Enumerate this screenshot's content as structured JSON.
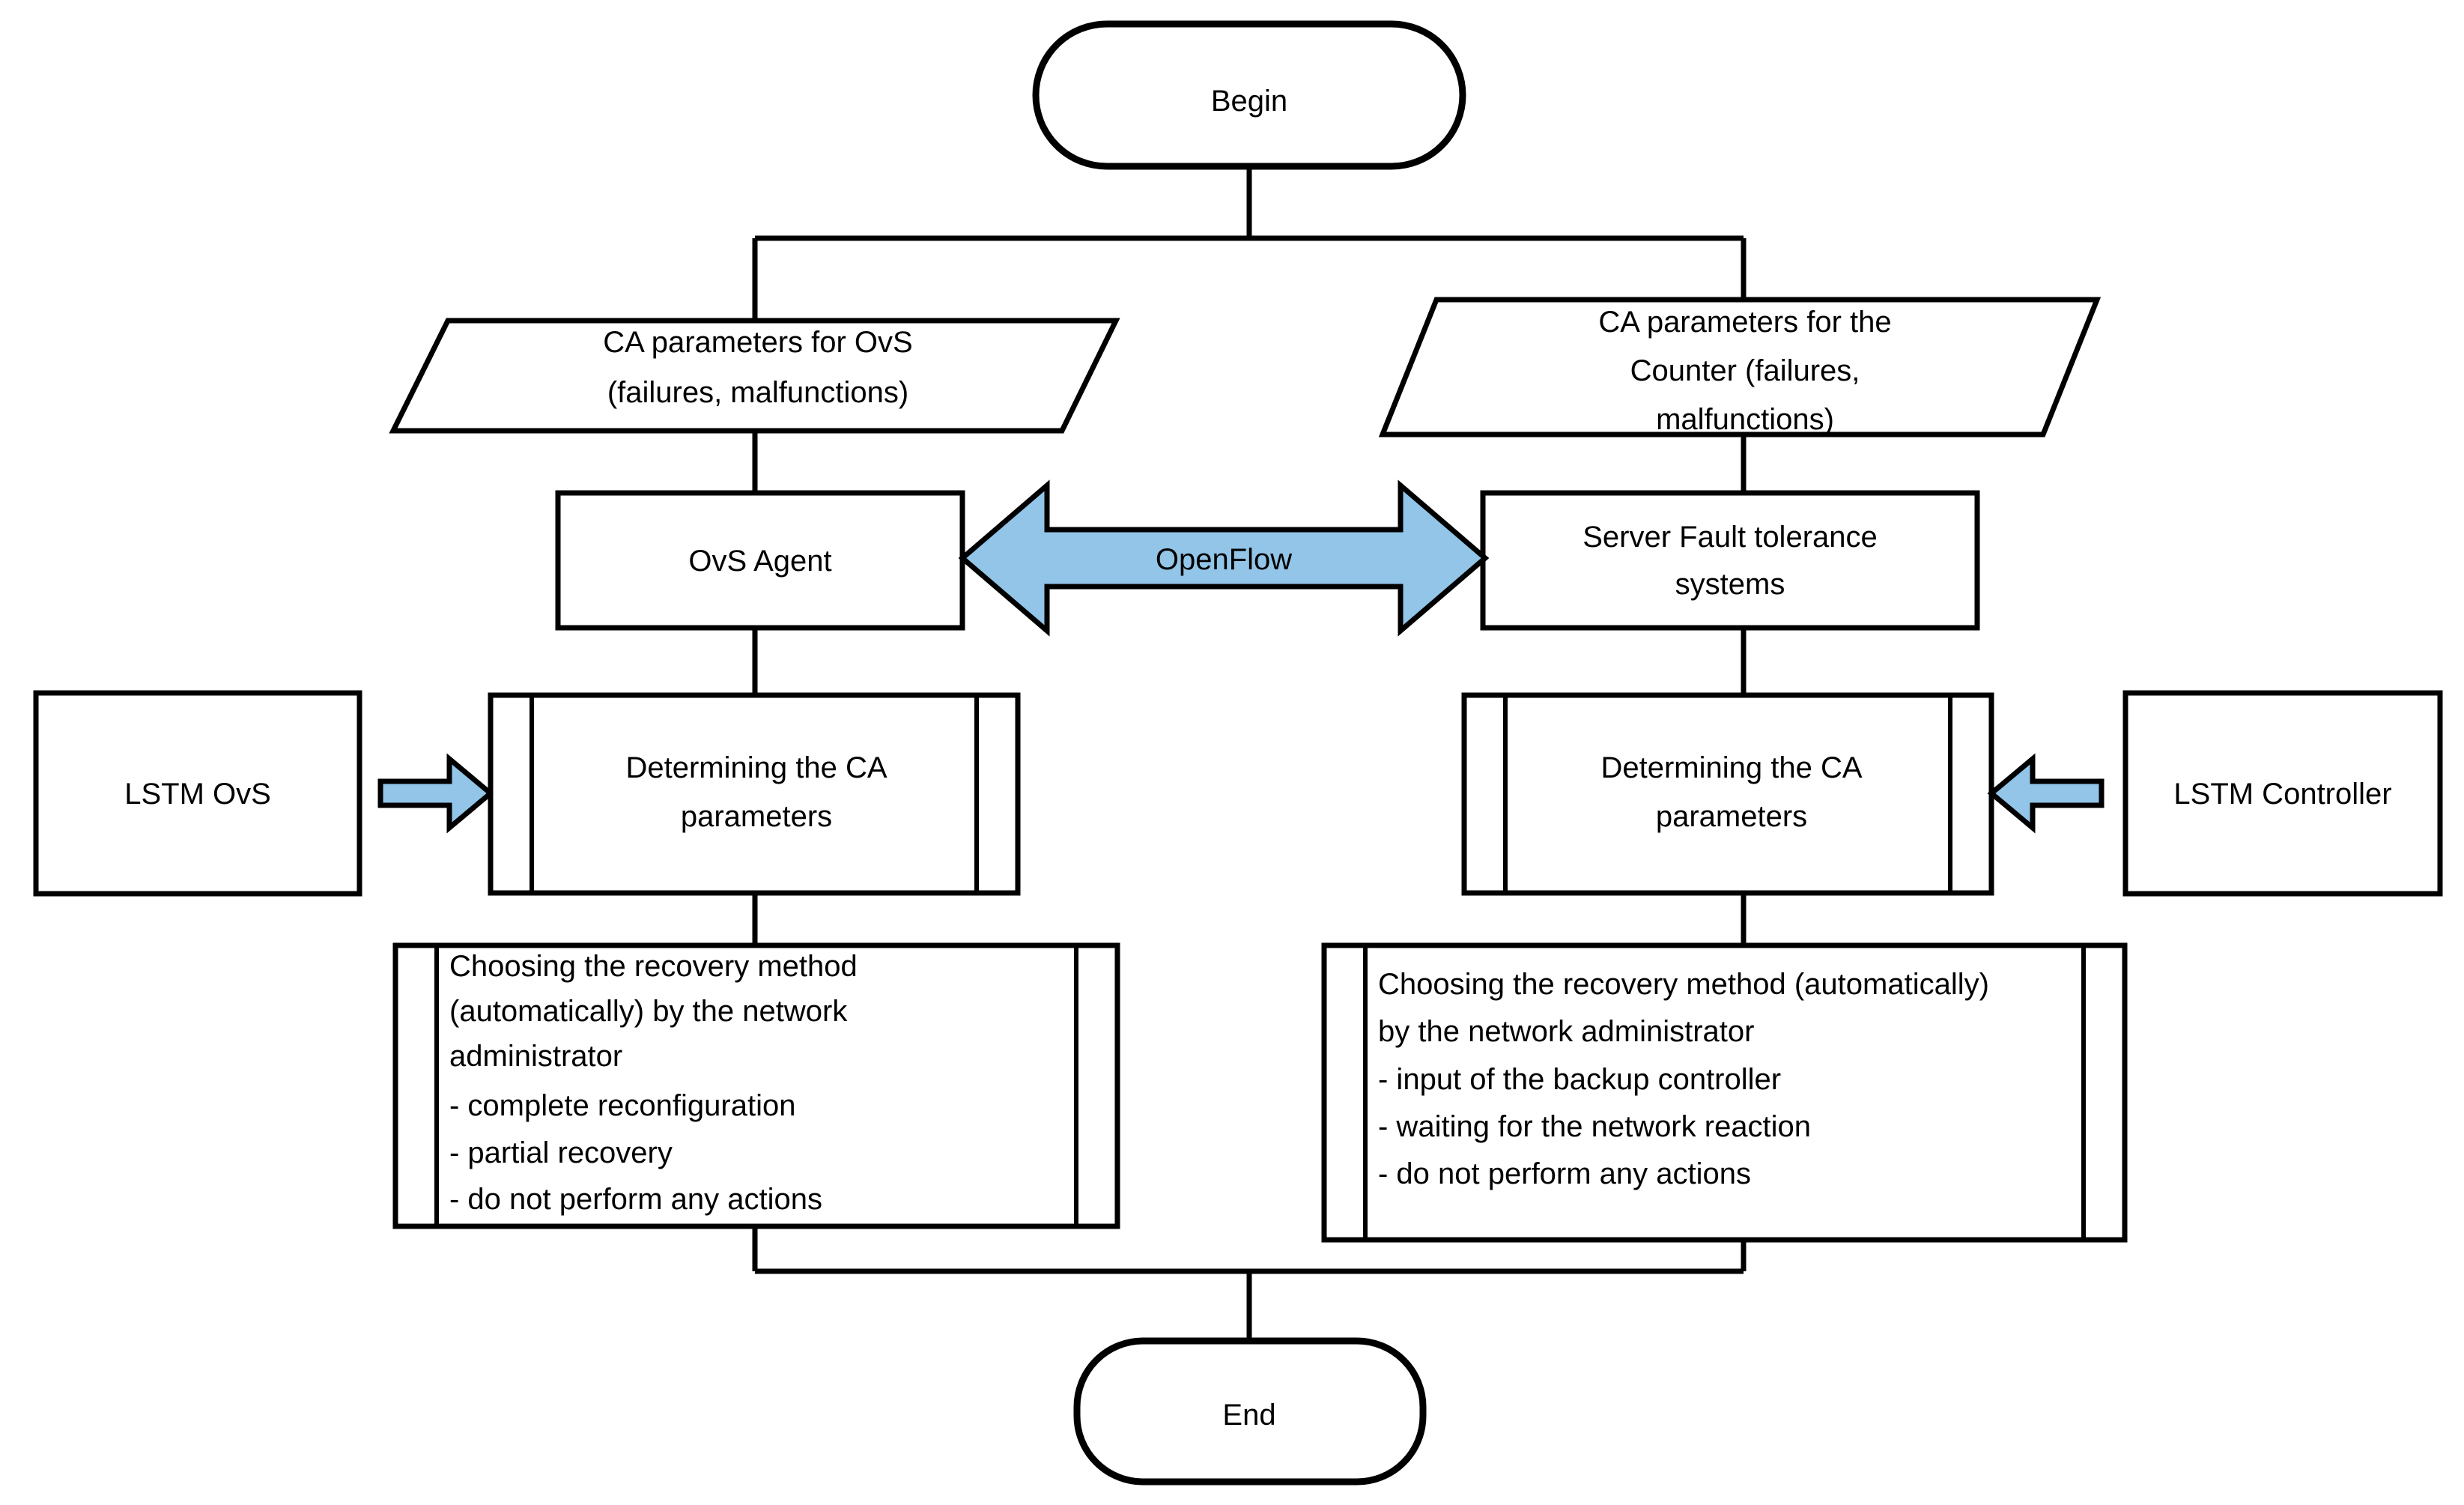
{
  "diagram": {
    "title": "Fault tolerance CA parameter determination flowchart",
    "accent_blue": "#92C5E7",
    "stroke_color": "#000000",
    "background": "#ffffff"
  },
  "nodes": {
    "begin": {
      "label": "Begin",
      "shape": "terminator"
    },
    "end": {
      "label": "End",
      "shape": "terminator"
    },
    "input_left": {
      "shape": "input-parallelogram",
      "lines": [
        "CA parameters for OvS",
        "(failures, malfunctions)"
      ]
    },
    "input_right": {
      "shape": "input-parallelogram",
      "lines": [
        "CA parameters for the",
        "Counter (failures,",
        "malfunctions)"
      ]
    },
    "ovs_agent": {
      "shape": "process",
      "lines": [
        "OvS Agent"
      ]
    },
    "server_fault": {
      "shape": "process",
      "lines": [
        "Server Fault tolerance",
        "systems"
      ]
    },
    "determine_left": {
      "shape": "predefined-process",
      "lines": [
        "Determining the CA",
        "parameters"
      ]
    },
    "determine_right": {
      "shape": "predefined-process",
      "lines": [
        "Determining the CA",
        "parameters"
      ]
    },
    "lstm_ovs": {
      "shape": "process",
      "lines": [
        "LSTM OvS"
      ]
    },
    "lstm_controller": {
      "shape": "process",
      "lines": [
        "LSTM Controller"
      ]
    },
    "recovery_left": {
      "shape": "predefined-process",
      "lines": [
        "Choosing the recovery method",
        "(automatically) by the network",
        "administrator",
        "- complete reconfiguration",
        "- partial recovery",
        "- do not perform any actions"
      ]
    },
    "recovery_right": {
      "shape": "predefined-process",
      "lines": [
        "Choosing the recovery method (automatically)",
        "by the network administrator",
        "- input of the backup controller",
        "- waiting for the network reaction",
        "- do not perform any actions"
      ]
    }
  },
  "connectors": {
    "openflow": {
      "label": "OpenFlow",
      "style": "double-headed-block-arrow",
      "color": "#92C5E7"
    },
    "lstm_ovs_arrow": {
      "label": "",
      "style": "block-arrow-right",
      "color": "#92C5E7"
    },
    "lstm_controller_arrow": {
      "label": "",
      "style": "block-arrow-left",
      "color": "#92C5E7"
    }
  }
}
